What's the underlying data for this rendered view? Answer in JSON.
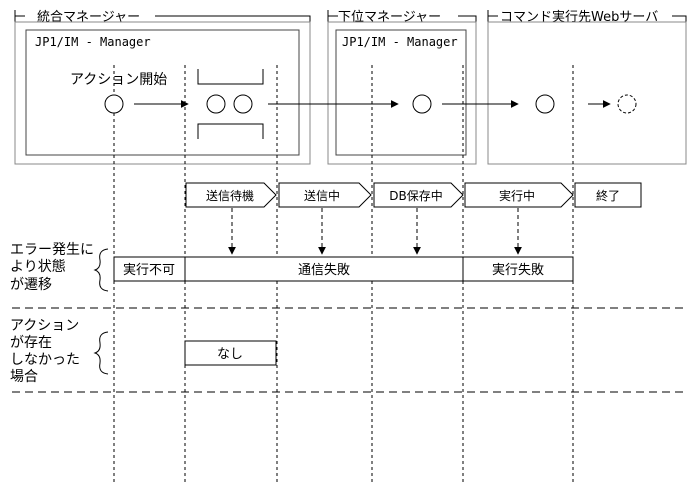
{
  "header": {
    "integrated_manager": "統合マネージャー",
    "lower_manager": "下位マネージャー",
    "web_server": "コマンド実行先Webサーバ"
  },
  "boxes": {
    "integrated_product": "JP1/IM - Manager",
    "lower_product": "JP1/IM - Manager"
  },
  "action_start": "アクション開始",
  "states": {
    "waiting_send": "送信待機",
    "sending": "送信中",
    "db_saving": "DB保存中",
    "running": "実行中",
    "finished": "終了"
  },
  "errors": {
    "caption_lines": [
      "エラー発生に",
      "より状態",
      "が遷移"
    ],
    "cannot_run": "実行不可",
    "comm_failed": "通信失敗",
    "run_failed": "実行失敗"
  },
  "no_action": {
    "caption_lines": [
      "アクション",
      "が存在",
      "しなかった",
      "場合"
    ],
    "none": "なし"
  }
}
